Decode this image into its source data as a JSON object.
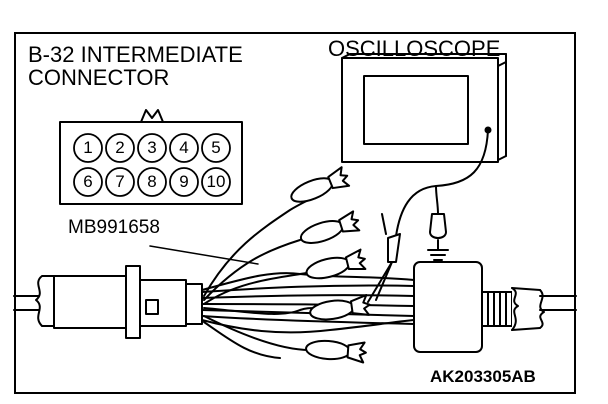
{
  "labels": {
    "connector_title_line1": "B-32 INTERMEDIATE",
    "connector_title_line2": "CONNECTOR",
    "oscilloscope": "OSCILLOSCOPE",
    "special_tool": "MB991658",
    "figure_code": "AK203305AB"
  },
  "connector_pins": {
    "top_row": [
      "1",
      "2",
      "3",
      "4",
      "5"
    ],
    "bottom_row": [
      "6",
      "7",
      "8",
      "9",
      "10"
    ]
  }
}
